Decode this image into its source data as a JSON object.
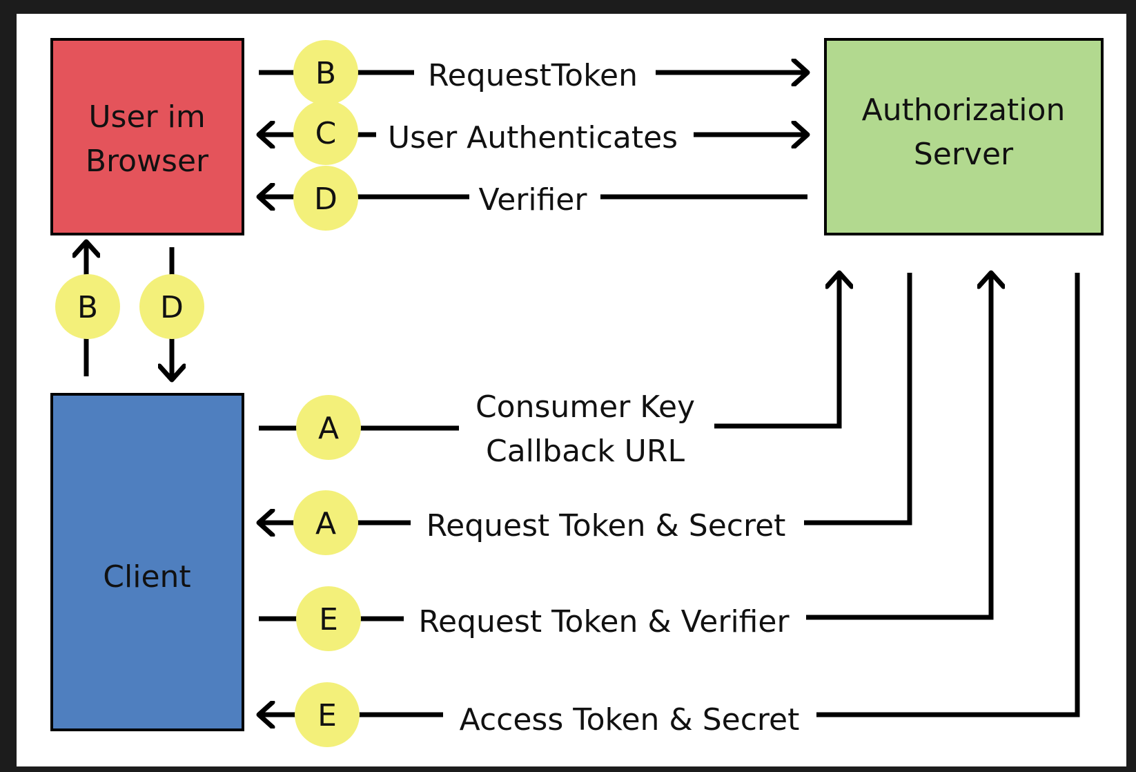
{
  "actors": {
    "browser": {
      "lines": [
        "User im",
        "Browser"
      ],
      "color": "#e4545b"
    },
    "server": {
      "lines": [
        "Authorization",
        "Server"
      ],
      "color": "#b2d98f"
    },
    "client": {
      "lines": [
        "Client"
      ],
      "color": "#4f7fbf"
    }
  },
  "badge_color": "#f3f07a",
  "messages": {
    "b_request_token": {
      "step": "B",
      "label": "RequestToken"
    },
    "c_user_authenticates": {
      "step": "C",
      "label": "User Authenticates"
    },
    "d_verifier": {
      "step": "D",
      "label": "Verifier"
    },
    "a_consumer_key": {
      "step": "A",
      "lines": [
        "Consumer Key",
        "Callback URL"
      ]
    },
    "a_request_token_secret": {
      "step": "A",
      "label": "Request Token & Secret"
    },
    "e_request_token_verifier": {
      "step": "E",
      "label": "Request Token & Verifier"
    },
    "e_access_token_secret": {
      "step": "E",
      "label": "Access Token & Secret"
    }
  },
  "vertical_steps": {
    "b_client_to_browser": {
      "step": "B"
    },
    "d_browser_to_client": {
      "step": "D"
    }
  }
}
